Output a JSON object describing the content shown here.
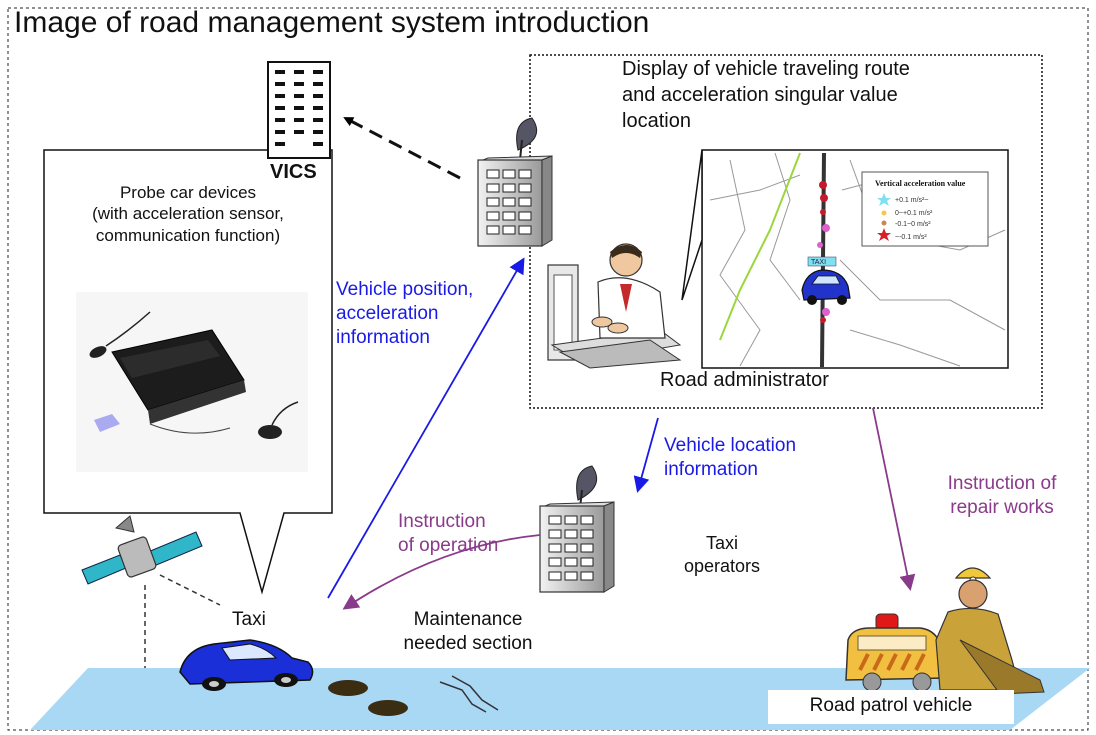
{
  "title": "Image of road management system introduction",
  "labels": {
    "vics": "VICS",
    "probe_car_devices": [
      "Probe car devices",
      "(with acceleration sensor,",
      "communication function)"
    ],
    "display_caption": [
      "Display of vehicle traveling route",
      "and acceleration singular value",
      "location"
    ],
    "road_administrator": "Road administrator",
    "vehicle_position_info": [
      "Vehicle position,",
      "acceleration",
      "information"
    ],
    "vehicle_location_info": [
      "Vehicle location",
      "information"
    ],
    "instruction_of_operation": [
      "Instruction",
      "of operation"
    ],
    "taxi_operators": [
      "Taxi",
      "operators"
    ],
    "instruction_of_repair": [
      "Instruction of",
      "repair works"
    ],
    "taxi": "Taxi",
    "maintenance_section": [
      "Maintenance",
      "needed section"
    ],
    "road_patrol_vehicle": "Road patrol vehicle"
  },
  "legend": {
    "title": "Vertical acceleration value",
    "items": [
      "+0.1 m/s²~",
      "0~+0.1 m/s²",
      "-0.1~0 m/s²",
      "~-0.1 m/s²"
    ]
  },
  "map_marker_label": "TAXI",
  "colors": {
    "blue_arrow": "#1a1ae6",
    "purple_arrow": "#8a3a8a",
    "road": "#a9d8f5"
  }
}
